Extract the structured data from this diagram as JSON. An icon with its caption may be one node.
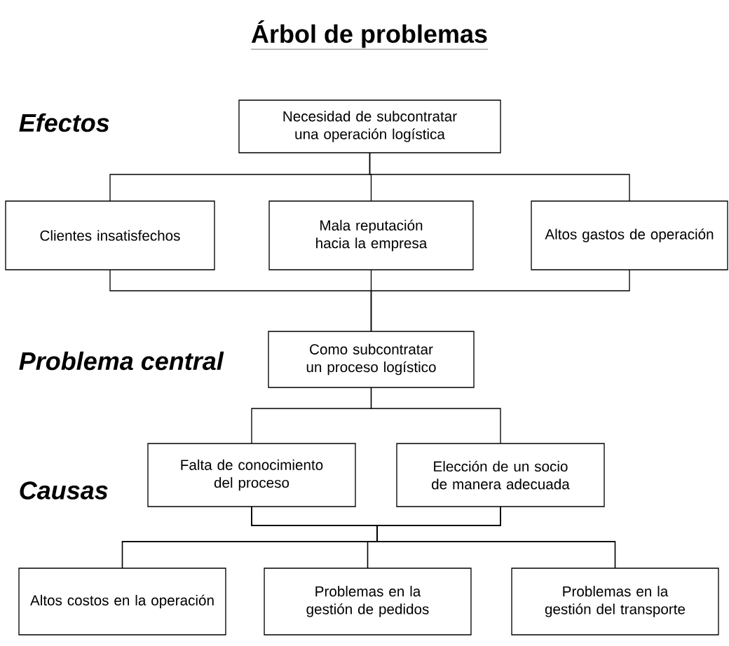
{
  "diagram": {
    "title": "Árbol de problemas",
    "nodes": [
      {
        "text": [
          "Necesidad de subcontratar una operación logística"
        ]
      },
      {
        "text": [
          "Clientes insatisfechos"
        ]
      },
      {
        "text": [
          "Mala reputación hacia la empresa"
        ]
      },
      {
        "text": [
          "Altos gastos de operación"
        ]
      },
      {
        "text": [
          "Como subcontratar un proceso logístico"
        ]
      },
      {
        "text": [
          "Falta de conocimiento del proceso"
        ]
      },
      {
        "text": [
          "Elección de un socio de manera adecuada"
        ]
      },
      {
        "text": [
          "Altos costos en la operación"
        ]
      },
      {
        "text": [
          "Problemas en la gestión de pedidos"
        ]
      },
      {
        "text": [
          "Problemas en la gestión del transporte"
        ]
      }
    ],
    "edges": [
      {
        "from": 0,
        "to": 1,
        "arrow": "none"
      },
      {
        "from": 0,
        "to": 2,
        "arrow": "none"
      },
      {
        "from": 0,
        "to": 3,
        "arrow": "none"
      },
      {
        "from": 1,
        "to": 4,
        "arrow": "none"
      },
      {
        "from": 2,
        "to": 4,
        "arrow": "none"
      },
      {
        "from": 3,
        "to": 4,
        "arrow": "none"
      },
      {
        "from": 4,
        "to": 5,
        "arrow": "none"
      },
      {
        "from": 4,
        "to": 6,
        "arrow": "none"
      },
      {
        "from": 5,
        "to": 7,
        "arrow": "none"
      },
      {
        "from": 5,
        "to": 8,
        "arrow": "none"
      },
      {
        "from": 5,
        "to": 9,
        "arrow": "none"
      },
      {
        "from": 6,
        "to": 7,
        "arrow": "none"
      },
      {
        "from": 6,
        "to": 8,
        "arrow": "none"
      },
      {
        "from": 6,
        "to": 9,
        "arrow": "none"
      }
    ],
    "labels": [
      "Efectos",
      "Problema central",
      "Causas"
    ]
  }
}
